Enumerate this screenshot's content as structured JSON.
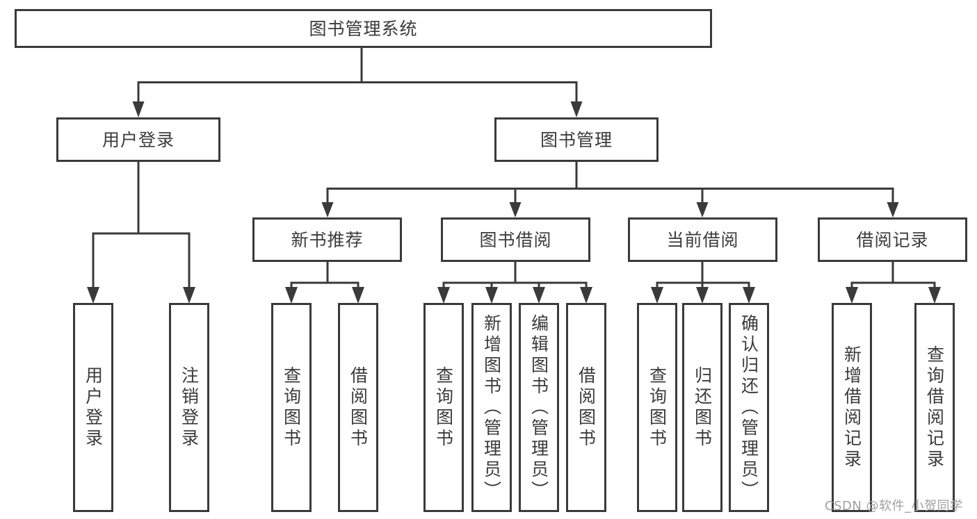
{
  "diagram": {
    "root": {
      "label": "图书管理系统"
    },
    "branches": [
      {
        "label": "用户登录",
        "leaves": [
          {
            "label": "用户登录"
          },
          {
            "label": "注销登录"
          }
        ]
      },
      {
        "label": "图书管理",
        "groups": [
          {
            "label": "新书推荐",
            "leaves": [
              {
                "label": "查询图书"
              },
              {
                "label": "借阅图书"
              }
            ]
          },
          {
            "label": "图书借阅",
            "leaves": [
              {
                "label": "查询图书"
              },
              {
                "label": "新增图书（管理员）"
              },
              {
                "label": "编辑图书（管理员）"
              },
              {
                "label": "借阅图书"
              }
            ]
          },
          {
            "label": "当前借阅",
            "leaves": [
              {
                "label": "查询图书"
              },
              {
                "label": "归还图书"
              },
              {
                "label": "确认归还（管理员）"
              }
            ]
          },
          {
            "label": "借阅记录",
            "leaves": [
              {
                "label": "新增借阅记录"
              },
              {
                "label": "查询借阅记录"
              }
            ]
          }
        ]
      }
    ]
  },
  "watermark": {
    "text": "CSDN @软件_小贺同学"
  },
  "colors": {
    "line": "#3a3a3a",
    "text": "#3b3b3b",
    "watermark": "#a0a0a0",
    "background": "#ffffff"
  }
}
